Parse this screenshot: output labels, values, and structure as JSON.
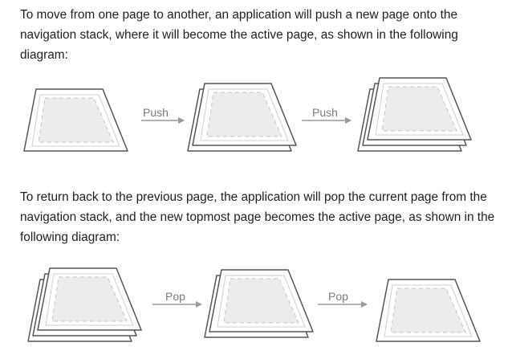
{
  "paragraphs": {
    "push_intro": "To move from one page to another, an application will push a new page onto the navigation stack, where it will become the active page, as shown in the following diagram:",
    "pop_intro": "To return back to the previous page, the application will pop the current page from the navigation stack, and the new topmost page becomes the active page, as shown in the following diagram:"
  },
  "push_diagram": {
    "stacks": [
      1,
      2,
      3
    ],
    "arrows": [
      "Push",
      "Push"
    ]
  },
  "pop_diagram": {
    "stacks": [
      3,
      2,
      1
    ],
    "arrows": [
      "Pop",
      "Pop"
    ]
  },
  "colors": {
    "text": "#1f1f1f",
    "outline": "#555555",
    "page_fill": "#ececec",
    "arrow": "#9a9a9a"
  }
}
